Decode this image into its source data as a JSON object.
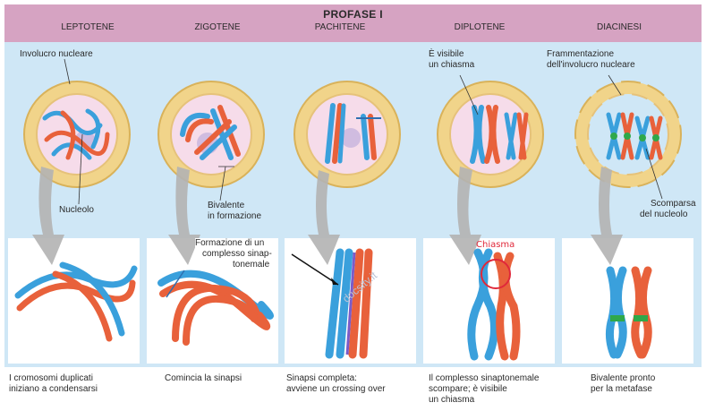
{
  "header": {
    "title": "PROFASE I",
    "stages": [
      "LEPTOTENE",
      "ZIGOTENE",
      "PACHITENE",
      "DIPLOTENE",
      "DIACINESI"
    ]
  },
  "labels": {
    "involucro": "Involucro nucleare",
    "nucleolo": "Nucleolo",
    "bivalente_1": "Bivalente",
    "bivalente_2": "in formazione",
    "chiasma_vis_1": "È visibile",
    "chiasma_vis_2": "un chiasma",
    "frammentazione_1": "Frammentazione",
    "frammentazione_2": "dell'involucro nucleare",
    "scomparsa_1": "Scomparsa",
    "scomparsa_2": "del nucleolo",
    "complesso_1": "Formazione di un",
    "complesso_2": "complesso sinap-",
    "complesso_3": "tonemale",
    "chiasma_handwritten": "Chiasma"
  },
  "captions": [
    [
      "I cromosomi duplicati",
      "iniziano a condensarsi"
    ],
    [
      "Comincia la sinapsi"
    ],
    [
      "Sinapsi completa:",
      "avviene un crossing over"
    ],
    [
      "Il complesso sinaptonemale",
      "scompare; è visibile",
      "un chiasma"
    ],
    [
      "Bivalente pronto",
      "per la metafase"
    ]
  ],
  "watermark": "docsity.it",
  "colors": {
    "header": "#d6a3c2",
    "band": "#cfe7f6",
    "envelope": "#f1d48a",
    "nucleoplasm": "#f6dcea",
    "maternal": "#3aa0dc",
    "paternal": "#e8613b",
    "synaptonemal": "#2f6fb0",
    "chiasma_marker": "#e0283a",
    "centromere": "#2fa84a"
  }
}
